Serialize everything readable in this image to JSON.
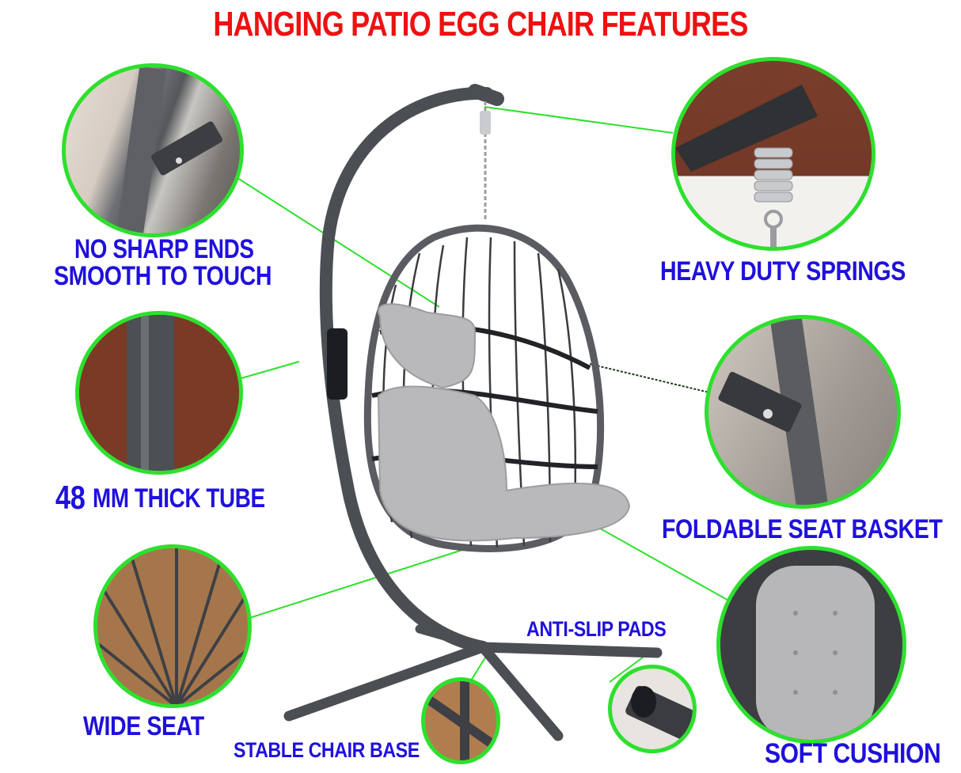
{
  "title": "HANGING PATIO EGG CHAIR FEATURES",
  "colors": {
    "title": "#ee1111",
    "label": "#1f10dd",
    "circle_border": "#2ee02e",
    "frame": "#4a4d52",
    "cushion": "#b9b9bb"
  },
  "features": [
    {
      "id": "no-sharp-ends",
      "line1": "NO SHARP ENDS",
      "line2": "SMOOTH TO TOUCH"
    },
    {
      "id": "tube",
      "number": "48",
      "text": "MM THICK TUBE"
    },
    {
      "id": "wide-seat",
      "text": "WIDE SEAT"
    },
    {
      "id": "stable-base",
      "text": "STABLE CHAIR BASE"
    },
    {
      "id": "anti-slip",
      "text": "ANTI-SLIP PADS"
    },
    {
      "id": "springs",
      "text": "HEAVY DUTY SPRINGS"
    },
    {
      "id": "foldable",
      "text": "FOLDABLE SEAT BASKET"
    },
    {
      "id": "cushion",
      "text": "SOFT CUSHION"
    }
  ]
}
